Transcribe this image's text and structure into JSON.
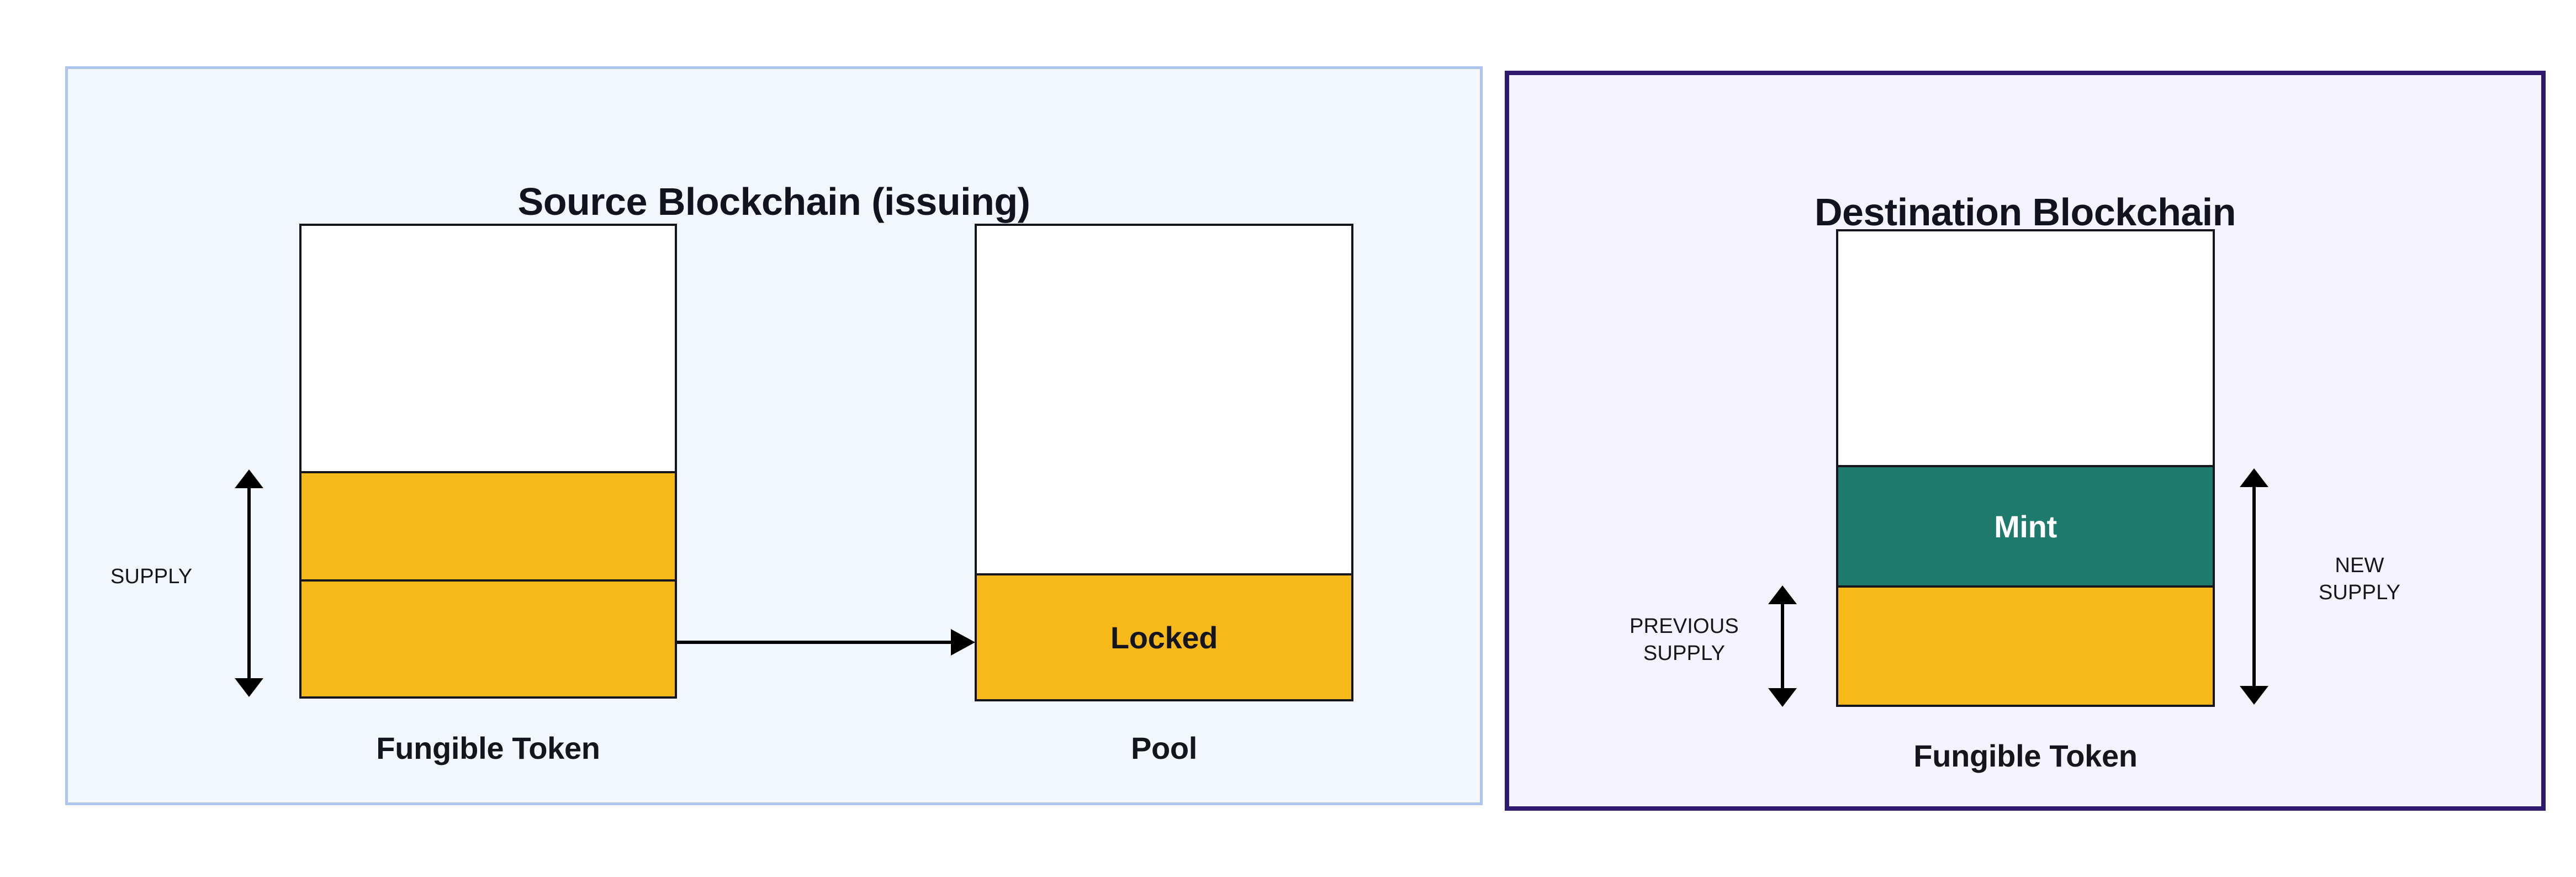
{
  "diagram": {
    "title_left": "Source Blockchain (issuing)",
    "title_right": "Destination Blockchain"
  },
  "source_panel": {
    "title": "Source Blockchain (issuing)",
    "bars": [
      {
        "caption": "Fungible Token",
        "segments": [
          {
            "label": "",
            "color": "#ffffff",
            "name": "unfilled"
          },
          {
            "label": "",
            "color": "#f7b81a",
            "name": "supply-upper"
          },
          {
            "label": "",
            "color": "#f7b81a",
            "name": "supply-lower"
          }
        ]
      },
      {
        "caption": "Pool",
        "segments": [
          {
            "label": "",
            "color": "#ffffff",
            "name": "unfilled"
          },
          {
            "label": "Locked",
            "color": "#f7b81a",
            "name": "locked"
          }
        ]
      }
    ],
    "measure": {
      "label": "SUPPLY",
      "name": "supply-measure"
    },
    "transfer_arrow": {
      "name": "transfer-arrow",
      "direction": "right"
    }
  },
  "destination_panel": {
    "title": "Destination Blockchain",
    "bars": [
      {
        "caption": "Fungible Token",
        "segments": [
          {
            "label": "",
            "color": "#ffffff",
            "name": "unfilled"
          },
          {
            "label": "Mint",
            "color": "#1f7a6e",
            "name": "mint"
          },
          {
            "label": "",
            "color": "#f7b81a",
            "name": "previous-supply"
          }
        ]
      }
    ],
    "measures": [
      {
        "label_line1": "PREVIOUS",
        "label_line2": "SUPPLY",
        "name": "previous-supply-measure"
      },
      {
        "label_line1": "NEW",
        "label_line2": "SUPPLY",
        "name": "new-supply-measure"
      }
    ]
  },
  "colors": {
    "yellow": "#f7b81a",
    "teal": "#1f7a6e",
    "source_panel_fill": "#f2f6fd",
    "source_panel_border": "#aec5f0",
    "destination_panel_fill": "#f5f3fd",
    "destination_panel_border": "#2e1a6e",
    "stroke": "#15161d",
    "text": "#15161d"
  }
}
